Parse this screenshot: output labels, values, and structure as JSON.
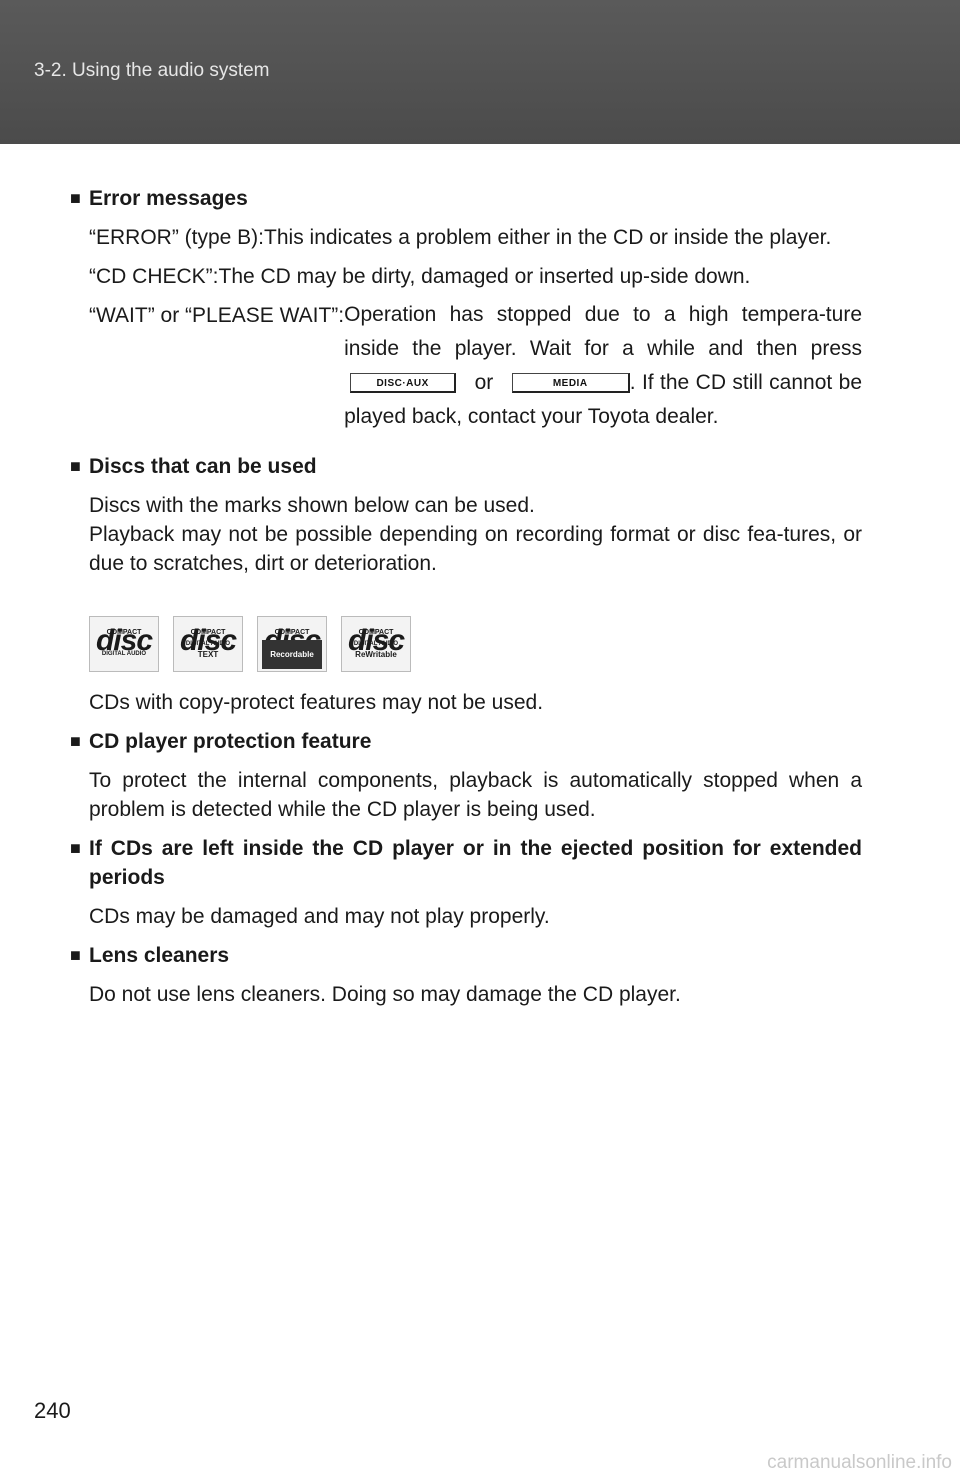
{
  "header": {
    "title": "3-2. Using the audio system"
  },
  "sections": {
    "error": {
      "heading": "Error messages",
      "e1_term": "“ERROR” (type B): ",
      "e1_desc": "This indicates a problem either in the CD or inside the player.",
      "e2_term": "“CD CHECK”: ",
      "e2_desc": "The CD may be dirty, damaged or inserted up-side down.",
      "e3_term": "“WAIT” or “PLEASE WAIT”: ",
      "e3_desc_a": "Operation has stopped due to a high tempera-ture inside the player. Wait for a while and then press",
      "e3_btn1": "DISC·AUX",
      "e3_or": "or",
      "e3_btn2": "MEDIA",
      "e3_desc_b": ". If the CD still cannot be played back, contact your Toyota dealer."
    },
    "discs": {
      "heading": "Discs that can be used",
      "p1": "Discs with the marks shown below can be used.",
      "p2": "Playback may not be possible depending on recording format or disc fea-tures, or due to scratches, dirt or deterioration.",
      "logos": [
        {
          "top": "COMPACT",
          "mid": "disc",
          "bot": "DIGITAL AUDIO"
        },
        {
          "top": "COMPACT",
          "mid": "disc",
          "bot": "DIGITAL AUDIO",
          "bot2": "TEXT"
        },
        {
          "top": "COMPACT",
          "mid": "disc",
          "bot": "DIGITAL AUDIO",
          "bot2": "Recordable"
        },
        {
          "top": "COMPACT",
          "mid": "disc",
          "bot": "DIGITAL AUDIO",
          "bot2": "ReWritable"
        }
      ],
      "p3": "CDs with copy-protect features may not be used."
    },
    "protection": {
      "heading": "CD player protection feature",
      "p1": "To protect the internal components, playback is automatically stopped when a problem is detected while the CD player is being used."
    },
    "left": {
      "heading": "If CDs are left inside the CD player or in the ejected position for extended periods",
      "p1": "CDs may be damaged and may not play properly."
    },
    "lens": {
      "heading": "Lens cleaners",
      "p1": "Do not use lens cleaners. Doing so may damage the CD player."
    }
  },
  "bullet": "■",
  "footer": {
    "page_number": "240",
    "watermark": "carmanualsonline.info"
  }
}
